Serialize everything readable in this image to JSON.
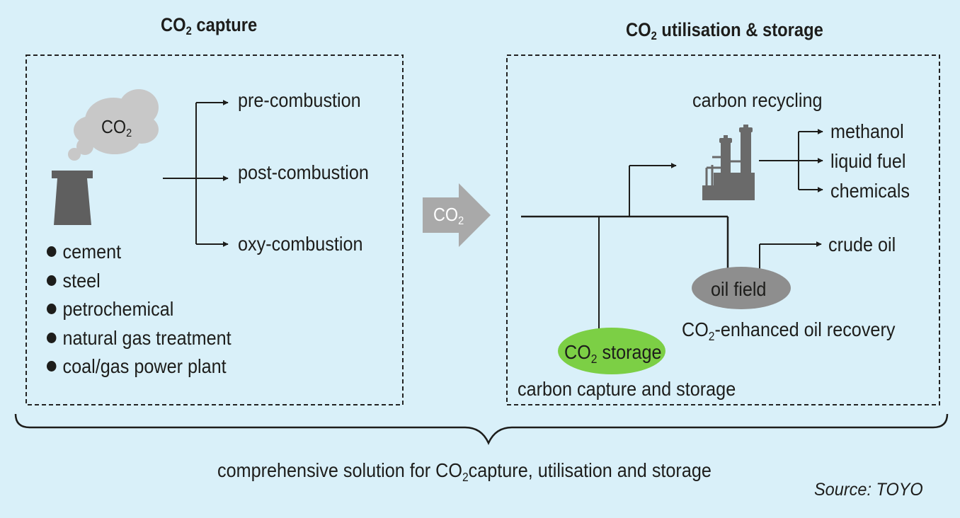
{
  "capture_panel": {
    "title_prefix": "CO",
    "title_sub": "2",
    "title_suffix": " capture",
    "cloud_label_prefix": "CO",
    "cloud_label_sub": "2",
    "branches": [
      "pre-combustion",
      "post-combustion",
      "oxy-combustion"
    ],
    "sources": [
      "cement",
      "steel",
      "petrochemical",
      "natural gas treatment",
      "coal/gas power plant"
    ]
  },
  "transfer_arrow": {
    "label_prefix": "CO",
    "label_sub": "2"
  },
  "utilisation_panel": {
    "title_prefix": "CO",
    "title_sub": "2",
    "title_suffix": " utilisation & storage",
    "recycling_label": "carbon recycling",
    "products": [
      "methanol",
      "liquid fuel",
      "chemicals"
    ],
    "crude_oil_label": "crude oil",
    "oil_field_label": "oil field",
    "eor_label_prefix": "CO",
    "eor_label_sub": "2",
    "eor_label_suffix": "-enhanced oil recovery",
    "storage_label_prefix": "CO",
    "storage_label_sub": "2",
    "storage_label_suffix": " storage",
    "ccs_label": "carbon capture and storage"
  },
  "footer": {
    "summary_prefix": "comprehensive solution for CO",
    "summary_sub": "2",
    "summary_suffix": "capture, utilisation and storage",
    "source": "Source: TOYO"
  },
  "colors": {
    "background": "#d9f0f9",
    "cloud": "#c8c8c8",
    "chimney": "#5f5f5f",
    "arrow": "#a9a9a9",
    "oil_field": "#8e8e8e",
    "storage": "#7ccf45",
    "plant": "#6a6a6a"
  }
}
